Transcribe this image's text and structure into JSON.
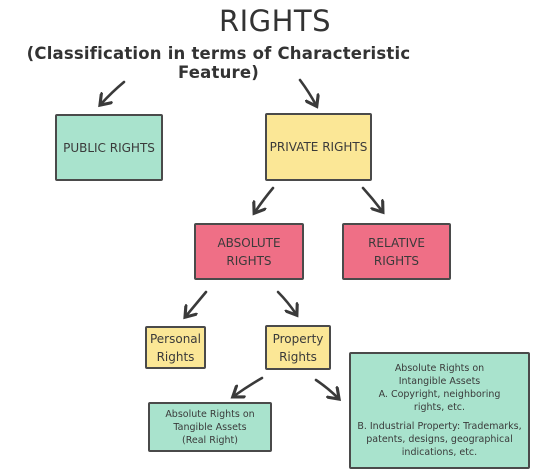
{
  "title": "RIGHTS",
  "subtitle": "(Classification in terms of Characteristic Feature)",
  "nodes": {
    "public_rights": "PUBLIC RIGHTS",
    "private_rights": "PRIVATE RIGHTS",
    "absolute_rights": "ABSOLUTE\nRIGHTS",
    "relative_rights": "RELATIVE\nRIGHTS",
    "personal_rights": "Personal\nRights",
    "property_rights": "Property\nRights",
    "tangible_assets": "Absolute Rights on\nTangible Assets\n(Real Right)",
    "intangible_heading": "Absolute Rights on\nIntangible Assets",
    "intangible_a": "A. Copyright, neighboring\nrights, etc.",
    "intangible_b": "B. Industrial Property: Trademarks,\npatents, designs, geographical\nindications, etc."
  },
  "colors": {
    "teal": "#a9e3cd",
    "yellow": "#fbe796",
    "pink": "#ef6f86",
    "border": "#4a4a4a"
  }
}
